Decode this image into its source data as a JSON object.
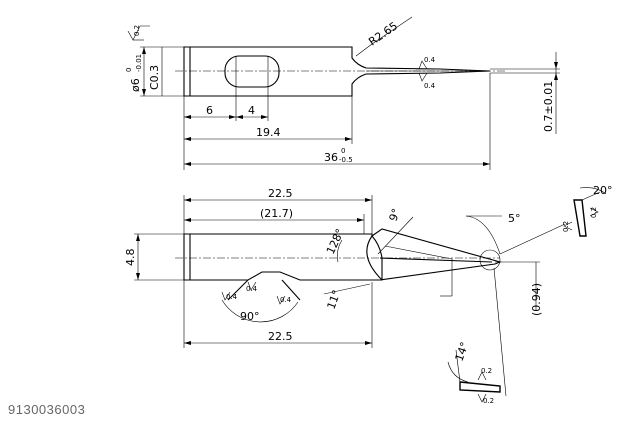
{
  "part_number": "9130036003",
  "top_view": {
    "diameter": "ø6",
    "diameter_tol_upper": "0",
    "diameter_tol_lower": "-0.01",
    "chamfer": "C0.3",
    "radius": "R2.65",
    "dim_slot_offset": "6",
    "dim_slot_width": "4",
    "dim_shank_length": "19.4",
    "dim_total_length": "36",
    "dim_total_tol_upper": "0",
    "dim_total_tol_lower": "-0.5",
    "dim_tip_thickness": "0.7±0.01",
    "roughness_left": "0.2",
    "roughness_tip_top": "0.4",
    "roughness_tip_bottom": "0.4"
  },
  "front_view": {
    "dim_length_top": "22.5",
    "dim_length_ref": "(21.7)",
    "dim_height": "4.8",
    "dim_length_bottom": "22.5",
    "angle_notch": "90°",
    "angle_128": "128°",
    "angle_9": "9°",
    "angle_11": "11°",
    "angle_5": "5°",
    "dim_tip_ref": "(0.94)",
    "roughness_notch_left": "0.4",
    "roughness_notch_mid": "0.4",
    "roughness_notch_right": "0.4"
  },
  "detail_top": {
    "angle": "20°",
    "roughness_1": "0.2",
    "roughness_2": "0.2"
  },
  "detail_bottom": {
    "angle": "14°",
    "roughness_1": "0.2",
    "roughness_2": "0.2"
  }
}
